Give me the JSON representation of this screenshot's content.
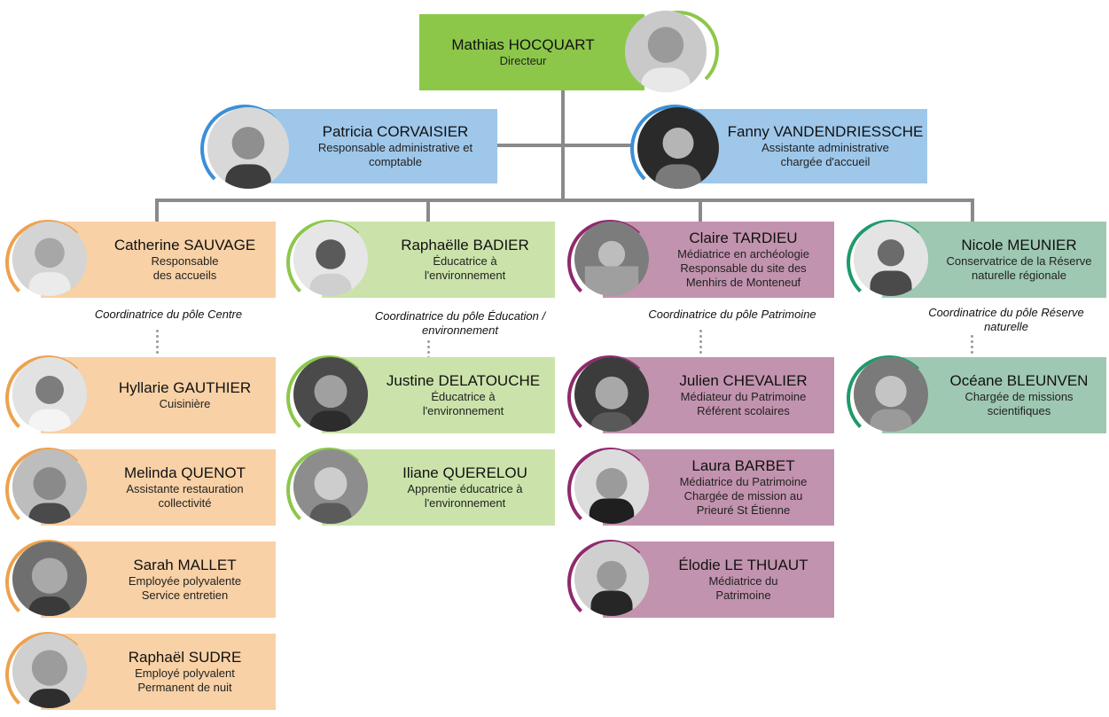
{
  "colors": {
    "director": "#8cc74a",
    "admin": "#9ec7ea",
    "admin_ring": "#3b8fd6",
    "centre": "#f8d1a6",
    "centre_ring": "#eda24f",
    "education": "#cbe3aa",
    "education_ring": "#8cc74a",
    "patrimoine": "#c293ae",
    "patrimoine_ring": "#8e2a6d",
    "reserve": "#9ec8b1",
    "reserve_ring": "#1f9a6a",
    "connector": "#8a8a8a"
  },
  "director": {
    "name": "Mathias HOCQUART",
    "role": "Directeur"
  },
  "admin": [
    {
      "name": "Patricia CORVAISIER",
      "role": "Responsable administrative et\ncomptable"
    },
    {
      "name": "Fanny VANDENDRIESSCHE",
      "role": "Assistante administrative\nchargée d'accueil"
    }
  ],
  "poles": [
    {
      "coordinator_label": "Coordinatrice du pôle Centre",
      "members": [
        {
          "name": "Catherine SAUVAGE",
          "role": "Responsable\ndes accueils"
        },
        {
          "name": "Hyllarie GAUTHIER",
          "role": "Cuisinière"
        },
        {
          "name": "Melinda QUENOT",
          "role": "Assistante restauration\ncollectivité"
        },
        {
          "name": "Sarah MALLET",
          "role": "Employée polyvalente\nService entretien"
        },
        {
          "name": "Raphaël SUDRE",
          "role": "Employé polyvalent\nPermanent de nuit"
        }
      ]
    },
    {
      "coordinator_label": "Coordinatrice du pôle Éducation /\nenvironnement",
      "members": [
        {
          "name": "Raphaëlle BADIER",
          "role": "Éducatrice à\nl'environnement"
        },
        {
          "name": "Justine DELATOUCHE",
          "role": "Éducatrice à\nl'environnement"
        },
        {
          "name": "Iliane QUERELOU",
          "role": "Apprentie éducatrice à\nl'environnement"
        }
      ]
    },
    {
      "coordinator_label": "Coordinatrice du pôle Patrimoine",
      "members": [
        {
          "name": "Claire TARDIEU",
          "role": "Médiatrice en archéologie\nResponsable du site des\nMenhirs de Monteneuf"
        },
        {
          "name": "Julien CHEVALIER",
          "role": "Médiateur du Patrimoine\nRéférent scolaires"
        },
        {
          "name": "Laura BARBET",
          "role": "Médiatrice du Patrimoine\nChargée de mission au\nPrieuré St Étienne"
        },
        {
          "name": "Élodie LE THUAUT",
          "role": "Médiatrice du\nPatrimoine"
        }
      ]
    },
    {
      "coordinator_label": "Coordinatrice du pôle Réserve\nnaturelle",
      "members": [
        {
          "name": "Nicole MEUNIER",
          "role": "Conservatrice de la Réserve\nnaturelle régionale"
        },
        {
          "name": "Océane BLEUNVEN",
          "role": "Chargée de missions\nscientifiques"
        }
      ]
    }
  ]
}
